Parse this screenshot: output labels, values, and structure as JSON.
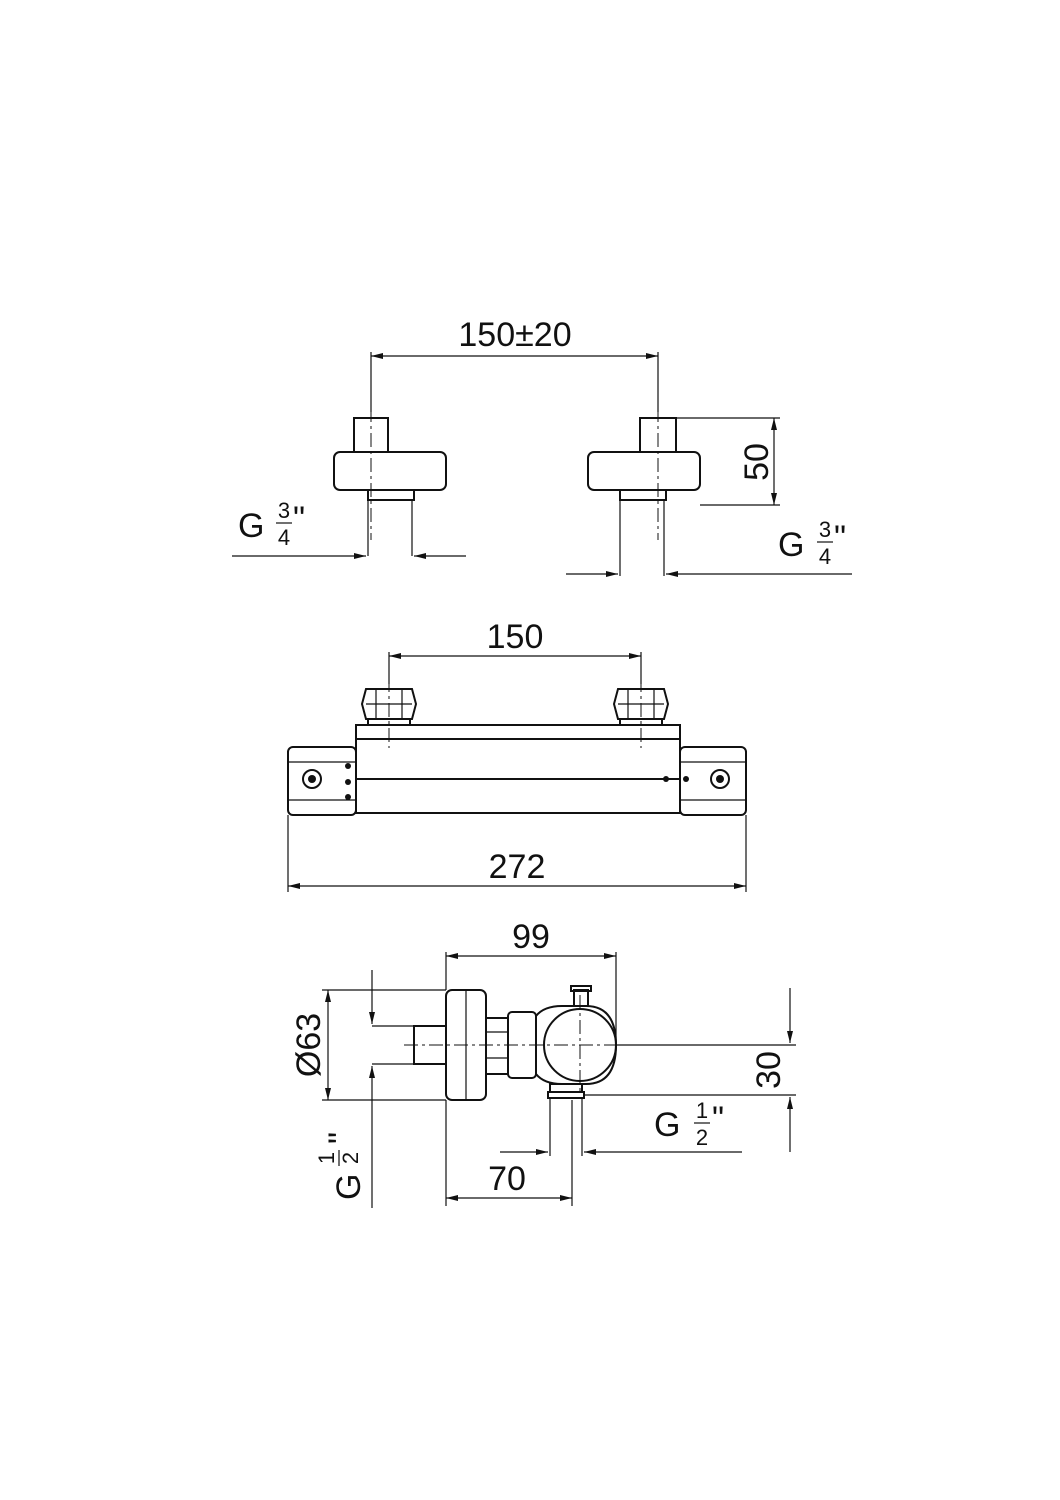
{
  "drawing": {
    "top_view": {
      "dim_spacing": "150±20",
      "dim_height": "50",
      "thread_left": {
        "prefix": "G",
        "numerator": "3",
        "denominator": "4",
        "suffix": "\""
      },
      "thread_right": {
        "prefix": "G",
        "numerator": "3",
        "denominator": "4",
        "suffix": "\""
      }
    },
    "front_view": {
      "dim_inlet_spacing": "150",
      "dim_overall_length": "272"
    },
    "side_view": {
      "dim_depth": "99",
      "dim_diameter": "Ø63",
      "dim_offset": "30",
      "dim_outlet": "70",
      "thread_bottom_right": {
        "prefix": "G",
        "numerator": "1",
        "denominator": "2",
        "suffix": "\""
      },
      "thread_left_vertical": {
        "prefix": "G",
        "numerator": "1",
        "denominator": "2",
        "suffix": "\""
      }
    }
  }
}
